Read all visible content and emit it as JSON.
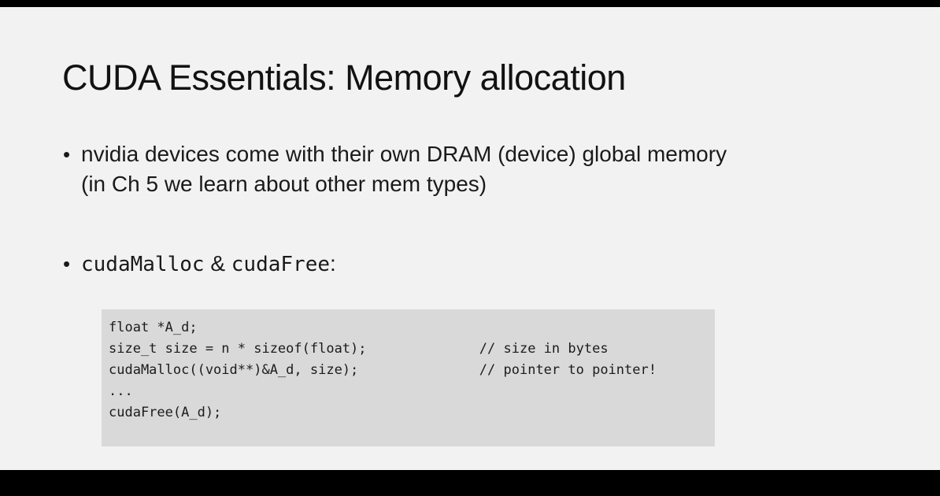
{
  "slide": {
    "title": "CUDA Essentials: Memory allocation",
    "bullet_marker": "•",
    "bullet1": {
      "line1": "nvidia devices come with their own DRAM (device) global memory",
      "line2": "(in Ch 5 we learn about other mem types)"
    },
    "bullet2": {
      "code1": "cudaMalloc",
      "separator": " & ",
      "code2": "cudaFree",
      "suffix": ":"
    },
    "code": {
      "lines": [
        "float *A_d;",
        "size_t size = n * sizeof(float);              // size in bytes",
        "cudaMalloc((void**)&A_d, size);               // pointer to pointer!",
        "...",
        "cudaFree(A_d);"
      ]
    }
  },
  "colors": {
    "slide_background": "#f2f2f2",
    "code_block_background": "#d9d9d9",
    "letterbox": "#000000",
    "text": "#141414"
  }
}
